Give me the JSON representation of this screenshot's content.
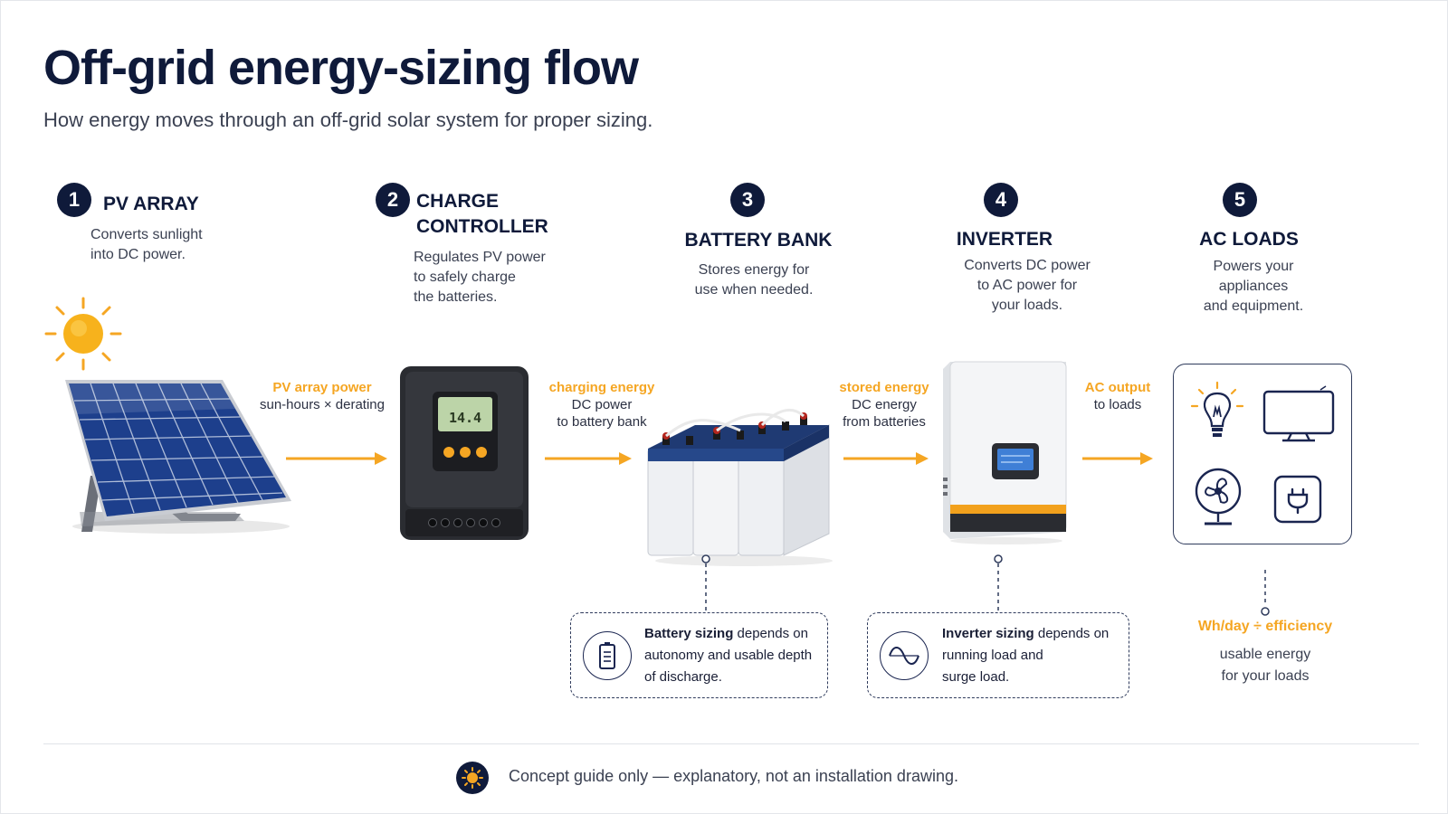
{
  "title": "Off-grid energy-sizing flow",
  "subtitle": "How energy moves through an off-grid solar system for proper sizing.",
  "steps": [
    {
      "number": "1",
      "title": "PV ARRAY",
      "desc_lines": [
        "Converts sunlight",
        "into DC power."
      ]
    },
    {
      "number": "2",
      "title_lines": [
        "CHARGE",
        "CONTROLLER"
      ],
      "desc_lines": [
        "Regulates PV power",
        "to safely charge",
        "the batteries."
      ]
    },
    {
      "number": "3",
      "title": "BATTERY BANK",
      "desc_lines": [
        "Stores energy for",
        "use when needed."
      ]
    },
    {
      "number": "4",
      "title": "INVERTER",
      "desc_lines": [
        "Converts DC power",
        "to AC power for",
        "your loads."
      ]
    },
    {
      "number": "5",
      "title": "AC LOADS",
      "desc_lines": [
        "Powers your",
        "appliances",
        "and equipment."
      ]
    }
  ],
  "flows": [
    {
      "label": "PV array power",
      "sub_lines": [
        "sun-hours × derating"
      ]
    },
    {
      "label": "charging energy",
      "sub_lines": [
        "DC power",
        "to battery bank"
      ]
    },
    {
      "label": "stored energy",
      "sub_lines": [
        "DC energy",
        "from batteries"
      ]
    },
    {
      "label": "AC output",
      "sub_lines": [
        "to loads"
      ]
    }
  ],
  "controller_display": "14.4",
  "notes": {
    "battery": {
      "bold": "Battery sizing",
      "rest_line1": " depends on",
      "line2": "autonomy and usable depth",
      "line3": "of discharge."
    },
    "inverter": {
      "bold": "Inverter sizing",
      "rest_line1": " depends on",
      "line2": "running load and",
      "line3": "surge load."
    }
  },
  "loads_output": {
    "label": "Wh/day ÷ efficiency",
    "sub_lines": [
      "usable energy",
      "for your loads"
    ]
  },
  "footer": "Concept guide only — explanatory, not an installation drawing.",
  "icons": {
    "sun": "sun-icon",
    "solar_panel": "solar-panel-icon",
    "charge_controller": "charge-controller-icon",
    "battery_bank": "battery-bank-icon",
    "inverter": "inverter-icon",
    "bulb": "light-bulb-icon",
    "tv": "tv-icon",
    "fan": "fan-icon",
    "outlet": "outlet-icon",
    "battery_note": "battery-icon",
    "sine": "sine-wave-icon",
    "footer_sun": "sun-icon"
  },
  "colors": {
    "navy": "#0f1a3a",
    "accent": "#f5a623",
    "text": "#3b4152",
    "battery_top": "#1f3a73",
    "inverter_accent": "#f2a11d"
  }
}
